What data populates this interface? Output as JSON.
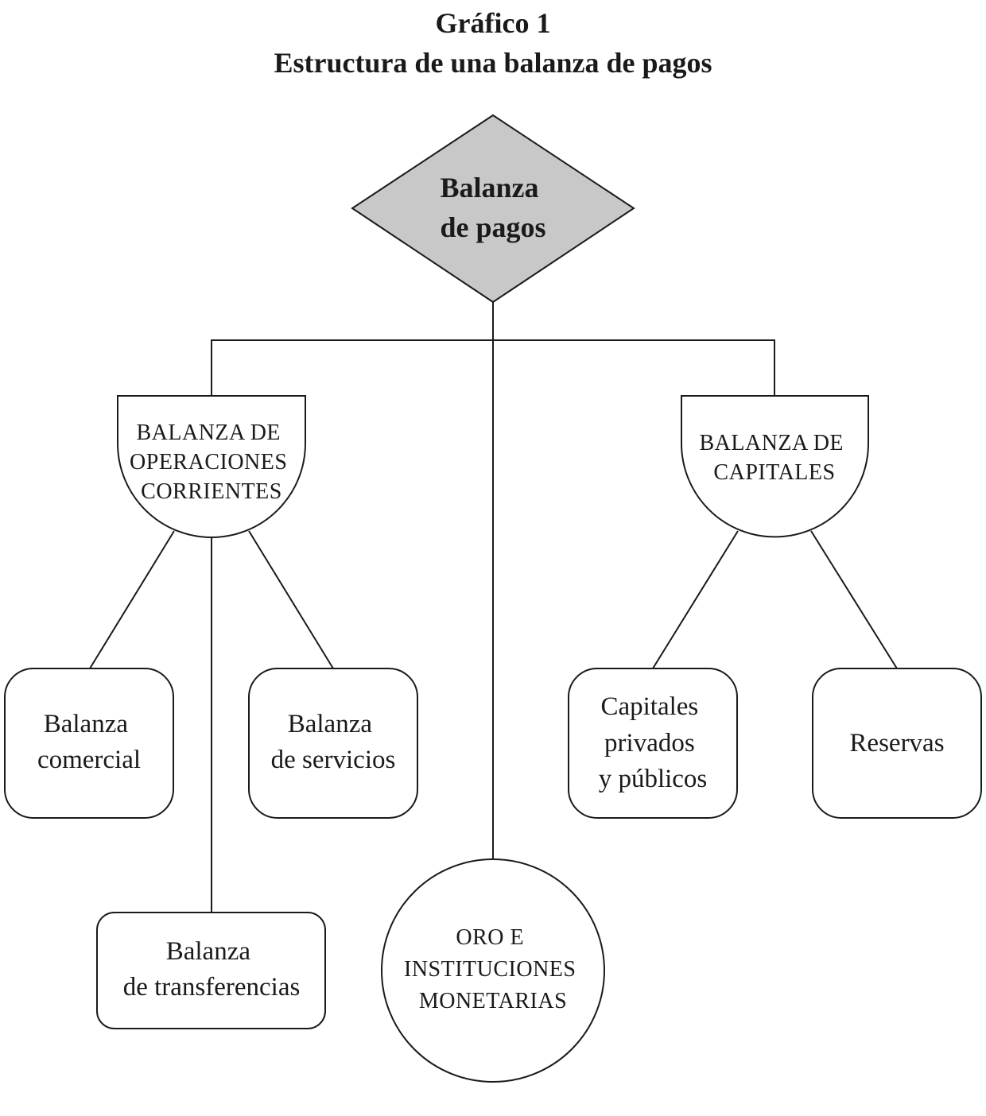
{
  "figure": {
    "title": "Gráfico 1",
    "subtitle": "Estructura de una balanza de pagos"
  },
  "nodes": {
    "root": {
      "lines": [
        "Balanza",
        "de pagos"
      ],
      "shape": "diamond",
      "fill": "#c8c8c8"
    },
    "corrientes": {
      "lines": [
        "BALANZA DE",
        "OPERACIONES",
        "CORRIENTES"
      ],
      "shape": "shield"
    },
    "capitales": {
      "lines": [
        "BALANZA DE",
        "CAPITALES"
      ],
      "shape": "shield"
    },
    "comercial": {
      "lines": [
        "Balanza",
        "comercial"
      ],
      "shape": "rounded-box"
    },
    "servicios": {
      "lines": [
        "Balanza",
        "de servicios"
      ],
      "shape": "rounded-box"
    },
    "transferencias": {
      "lines": [
        "Balanza",
        "de transferencias"
      ],
      "shape": "rounded-box"
    },
    "oro": {
      "lines": [
        "ORO E",
        "INSTITUCIONES",
        "MONETARIAS"
      ],
      "shape": "circle"
    },
    "privados": {
      "lines": [
        "Capitales",
        "privados",
        "y públicos"
      ],
      "shape": "rounded-box"
    },
    "reservas": {
      "lines": [
        "Reservas"
      ],
      "shape": "rounded-box"
    }
  },
  "colors": {
    "stroke": "#1a1a1a",
    "root_fill": "#c8c8c8",
    "background": "#ffffff"
  }
}
